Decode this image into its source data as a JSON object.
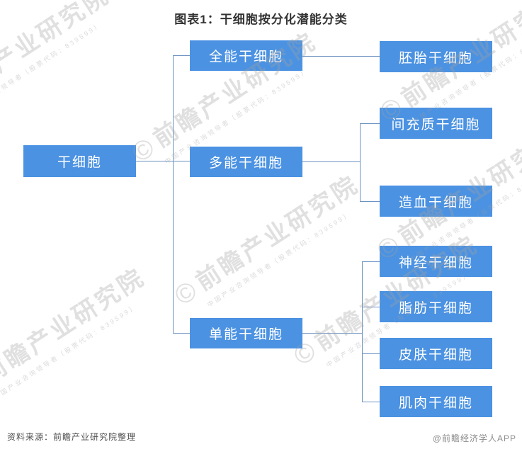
{
  "title": "图表1：干细胞按分化潜能分类",
  "tree": {
    "root": {
      "label": "干细胞"
    },
    "branches": [
      {
        "label": "全能干细胞",
        "children": [
          "胚胎干细胞"
        ]
      },
      {
        "label": "多能干细胞",
        "children": [
          "间充质干细胞",
          "造血干细胞"
        ]
      },
      {
        "label": "单能干细胞",
        "children": [
          "神经干细胞",
          "脂肪干细胞",
          "皮肤干细胞",
          "肌肉干细胞"
        ]
      }
    ]
  },
  "chart_data": {
    "type": "table",
    "title": "图表1：干细胞按分化潜能分类",
    "hierarchy": {
      "干细胞": {
        "全能干细胞": [
          "胚胎干细胞"
        ],
        "多能干细胞": [
          "间充质干细胞",
          "造血干细胞"
        ],
        "单能干细胞": [
          "神经干细胞",
          "脂肪干细胞",
          "皮肤干细胞",
          "肌肉干细胞"
        ]
      }
    }
  },
  "watermark": {
    "copyright": "©",
    "big": "前瞻产业研究院",
    "small": "中国产业咨询领导者（股票代码：839599）"
  },
  "footer": {
    "source": "资料来源：前瞻产业研究院整理",
    "credit": "@前瞻经济学人APP"
  },
  "colors": {
    "node_fill": "#4B92E2",
    "node_text": "#FFFFFF",
    "connector": "#6E93C2",
    "title_text": "#333333"
  }
}
